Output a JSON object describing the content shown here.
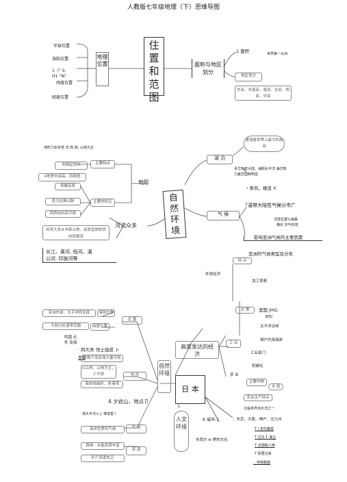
{
  "title": "人教版七年级地理（下）思维导图",
  "s1": {
    "center": "住置和范图",
    "diwei": "地理位置",
    "pos_items": [
      "半球位置",
      "海陆位置",
      "1（° S-",
      "H1 °N）",
      "纬度位置",
      "经度位置"
    ],
    "area_box": "面积与地区划分",
    "area_label": "1 面积",
    "area_note": "世界第一大洲",
    "region_box": "地区划分",
    "region_list": "东亚、东南亚、南亚、北亚、西亚、中亚"
  },
  "s2": {
    "center": "自然环境",
    "terrain_note": "地形力杂多样 式 肉 缺, 山地为主",
    "terrain_features": "主要特点",
    "terrain_f1": "地面起伏大",
    "terrain_f2": "A地势中部高，四周低",
    "terrain_regions": "主要地形区",
    "terrain_r1": "青藏高原",
    "terrain_r2": "喜马拉雅山脉",
    "terrain_r3": "西西伯利亚平原",
    "terrain_node": "地形",
    "lake_node": "湖 泊",
    "lake_cloud": "里海是世界上最大的湖泊",
    "lake_note1": "青华北欧大陆，海刚太平洋 海洋热",
    "lake_note2": "力差异国制明显",
    "climate_node": "气 候",
    "climate_n1": "・季风，楼显 X",
    "climate_n2": "「温带大陆性气候分市广",
    "climate_n3": "洋境位置%海森",
    "climate_n4": "俺买 天气环境",
    "climate_n5": "影响亚洲气候的主要因素",
    "climate_n6": "亚洲的气候类型及分布",
    "river_node": "河流众多",
    "river_box": "何流大多从中部山地、高原呈放射状向四周流",
    "river_list1": "长江、黄河, 恒河、湄",
    "river_list2": "公河. 印拨河等"
  },
  "s3": {
    "center": "日 本",
    "ziran": "自然环境",
    "econ": "高度发达的经济",
    "renwen": "人文环境",
    "pos_node": "位 置",
    "pos_h1": "亚洲东部、太平洋西北部",
    "pos_h2": "海陆位置",
    "pos_h3": "大部分处温带范围",
    "pos_h4": "纬度位置",
    "pos_text1": "鸣国 点",
    "pos_text2": "件 岛海",
    "pos_text3": "· 四大务 领土组成 卜",
    "pos_text4": "本曲",
    "terrain_node": "地 形",
    "terrain_h1": "多数干岛及海大量平原",
    "terrain_h2": "以山地、山地为主，少平原",
    "terrain_h3": "海岸线曲折，多港湾",
    "terrain_text": "4 夕岩山，地点卩",
    "climate_text": "球大半洋火 J, 维发帮 I",
    "climate_node": "气 候",
    "climate_h1": "海洋性季风气候",
    "res_node": "资 源",
    "res_h1": "森林、水能资源丰富",
    "res_h2": "矿产资源贫乏",
    "econ_top": "外贸经济",
    "econ_h1": "特 点",
    "econ_h2": "对 策",
    "econ_n1": "加工贸易",
    "econ_n2": "室国 JHQ.",
    "econ_n3": "欧扣",
    "econ_n4": "太平洋沿岸",
    "econ_n5": "濒户内海海岸",
    "ind_node": "工 业",
    "ind_n1": "工业部门",
    "ind_n2": "机械化",
    "agr_node": "农 业",
    "agr_h1": "主要作物",
    "agr_h2": "水 稻",
    "agr_h3": "农业生产特点",
    "agr_n1": "北临世界洲大洋之一",
    "city_text": "R 城市-1",
    "city_list": "、东京、大阪、神户、北九州",
    "culture": "东西方 Ik 界的文化",
    "culture_list": [
      "T | 史忧器甚",
      "T 过日 】浪土",
      "T 点颁和人神",
      "T 民居过来",
      "、传统服装"
    ]
  }
}
